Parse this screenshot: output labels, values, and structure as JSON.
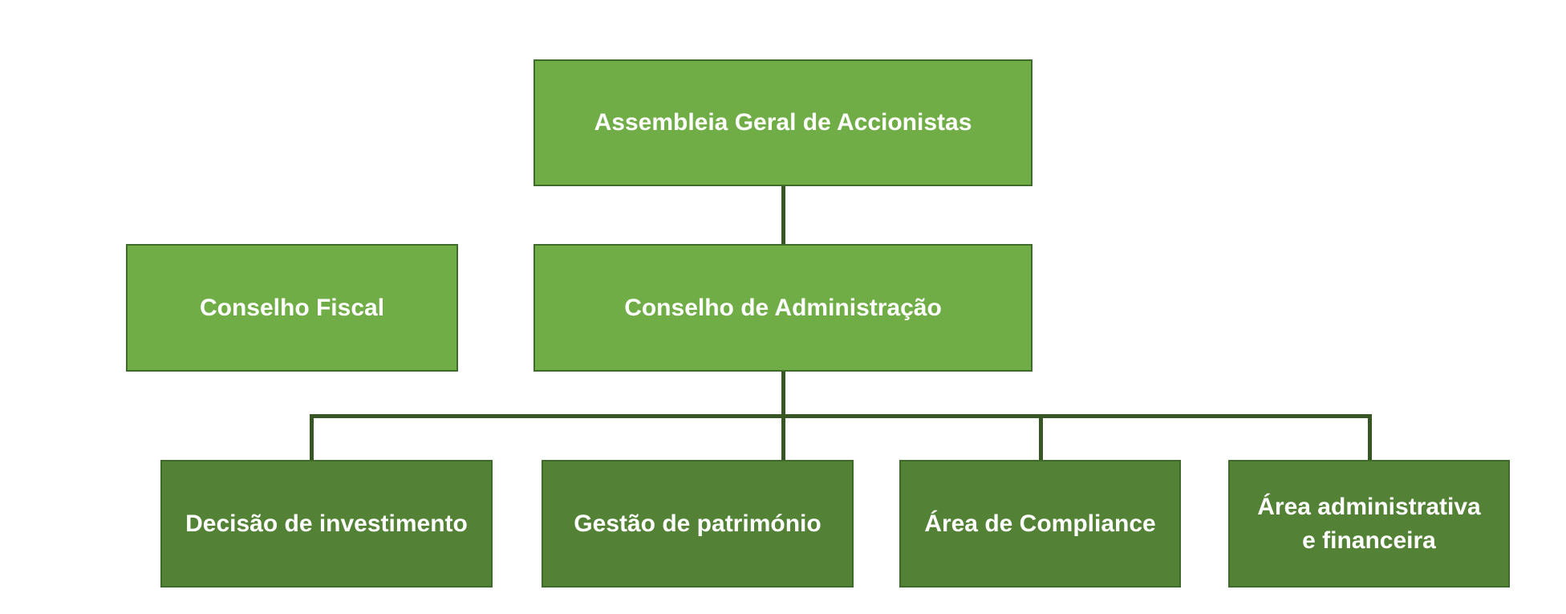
{
  "diagram": {
    "type": "org-chart",
    "nodes": {
      "assembly": "Assembleia Geral de Accionistas",
      "fiscal_council": "Conselho Fiscal",
      "board": "Conselho de Administração",
      "investment": "Decisão de investimento",
      "assets": "Gestão de património",
      "compliance": "Área de Compliance",
      "admin_line1": "Área administrativa",
      "admin_line2": "e financeira"
    },
    "colors": {
      "upper_box": "#70ad47",
      "lower_box": "#538135",
      "connector": "#375623",
      "text": "#ffffff"
    }
  }
}
